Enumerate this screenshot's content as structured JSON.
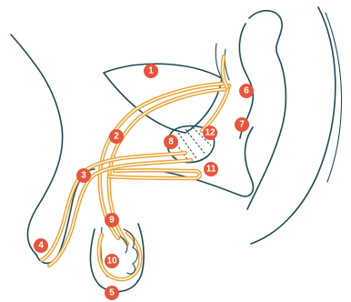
{
  "labels": [
    {
      "id": "bladder",
      "text": "1"
    },
    {
      "id": "vas-deferens",
      "text": "2"
    },
    {
      "id": "ejaculatory-duct-bend",
      "text": "3"
    },
    {
      "id": "penis-tip",
      "text": "4"
    },
    {
      "id": "scrotum",
      "text": "5"
    },
    {
      "id": "seminal-vesicle",
      "text": "6"
    },
    {
      "id": "rectum",
      "text": "7"
    },
    {
      "id": "prostate",
      "text": "8"
    },
    {
      "id": "epididymis",
      "text": "9"
    },
    {
      "id": "testicle",
      "text": "10"
    },
    {
      "id": "bulbourethral-gland",
      "text": "11"
    },
    {
      "id": "urethra-in-prostate",
      "text": "12"
    }
  ],
  "colors": {
    "outline": "#1e4a56",
    "duct": "#e9a43a",
    "badge": "#e6553e",
    "badge_text": "#ffffff"
  }
}
